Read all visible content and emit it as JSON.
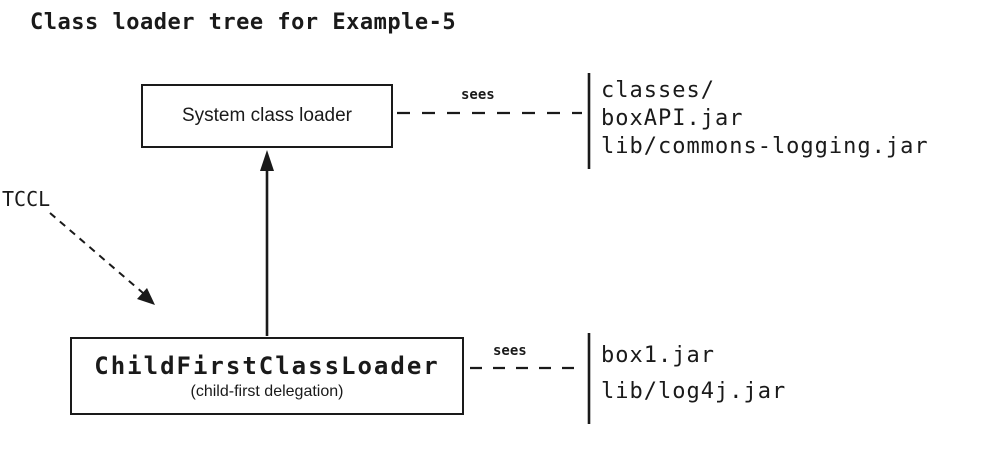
{
  "title": "Class loader tree for Example-5",
  "tccl_label": "TCCL",
  "nodes": {
    "system_loader": {
      "label": "System class loader",
      "sees_label": "sees",
      "classpath": [
        "classes/",
        "boxAPI.jar",
        "lib/commons-logging.jar"
      ]
    },
    "child_loader": {
      "label": "ChildFirstClassLoader",
      "sublabel": "(child-first delegation)",
      "sees_label": "sees",
      "classpath": [
        "box1.jar",
        "lib/log4j.jar"
      ]
    }
  },
  "colors": {
    "ink": "#1a1a1a",
    "background": "#ffffff"
  }
}
